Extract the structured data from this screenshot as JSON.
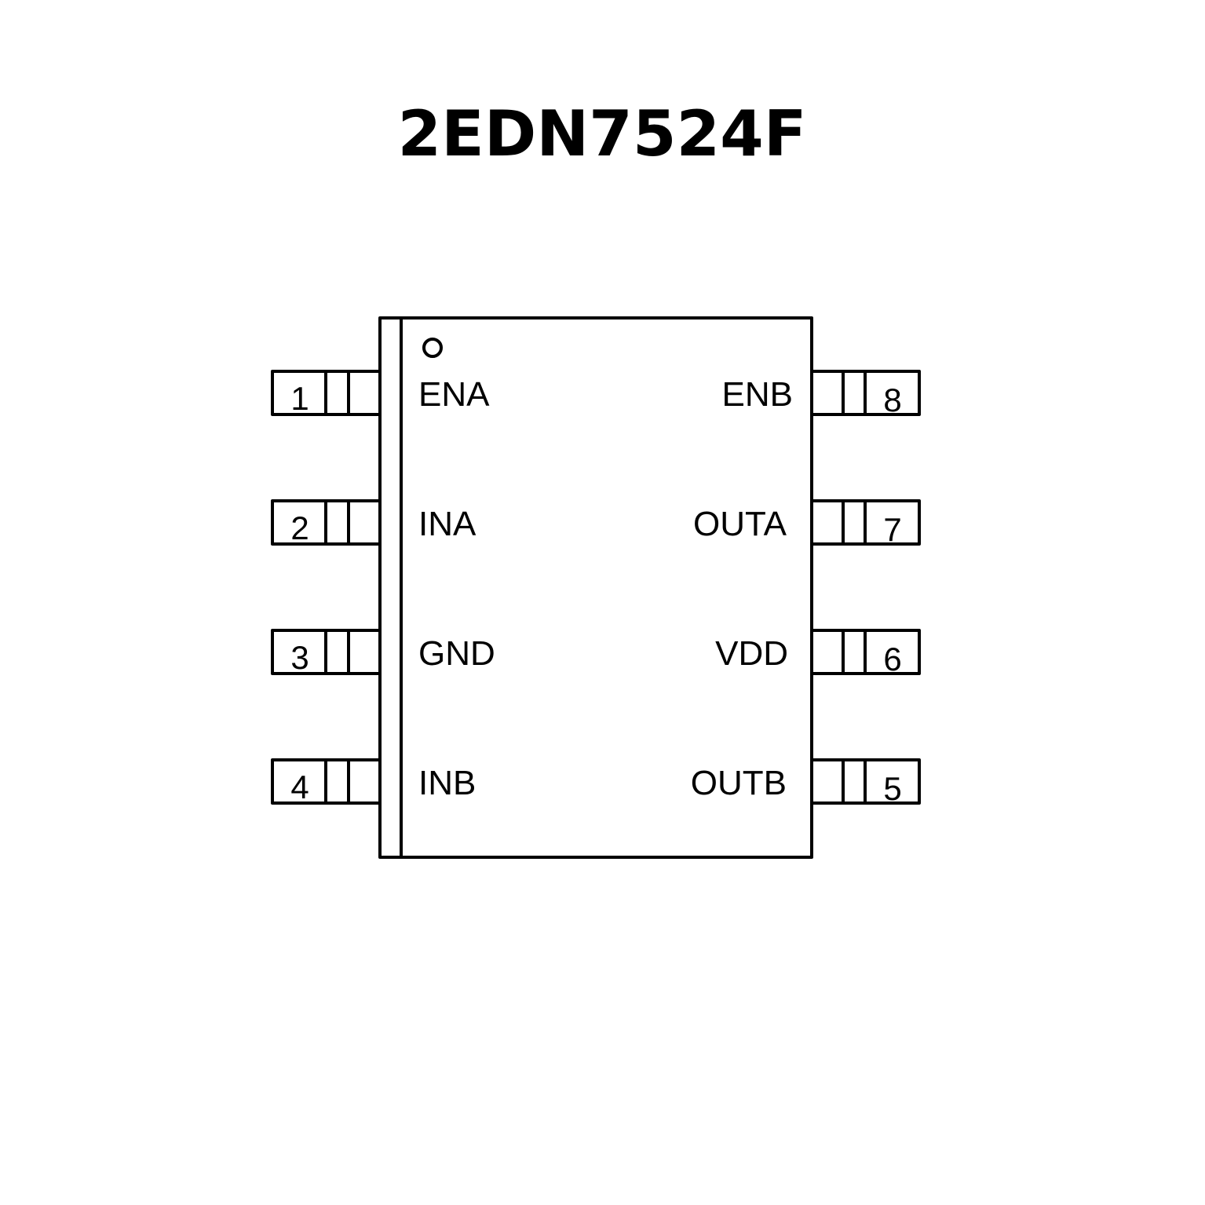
{
  "title": "2EDN7524F",
  "package": {
    "pin1_marker": "circle"
  },
  "pins": {
    "left": [
      {
        "number": "1",
        "name": "ENA"
      },
      {
        "number": "2",
        "name": "INA"
      },
      {
        "number": "3",
        "name": "GND"
      },
      {
        "number": "4",
        "name": "INB"
      }
    ],
    "right": [
      {
        "number": "8",
        "name": "ENB"
      },
      {
        "number": "7",
        "name": "OUTA"
      },
      {
        "number": "6",
        "name": "VDD"
      },
      {
        "number": "5",
        "name": "OUTB"
      }
    ]
  },
  "colors": {
    "line": "#000000",
    "background": "#ffffff"
  }
}
